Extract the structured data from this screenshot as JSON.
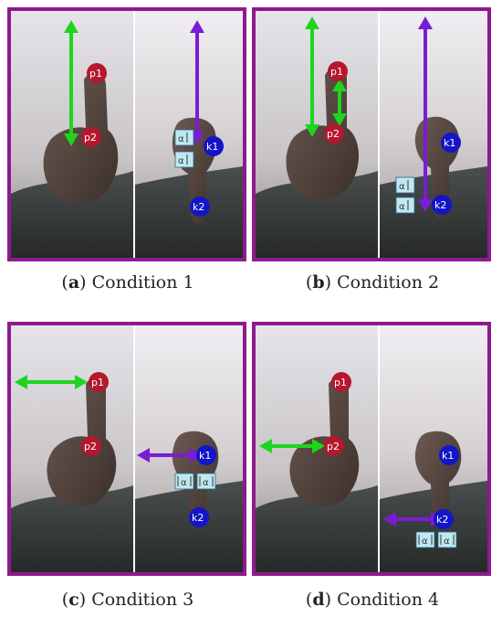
{
  "colors": {
    "frame": "#8e1a8e",
    "green_arrow": "#1ed51e",
    "purple_arrow": "#7a1cd6",
    "red_marker": "#b3182c",
    "blue_marker": "#1414c8",
    "alpha_box": "#bfe8f2"
  },
  "marker_labels": {
    "p1": "p1",
    "p2": "p2",
    "k1": "k1",
    "k2": "k2"
  },
  "alpha_symbol": "α",
  "panels": [
    {
      "letter": "a",
      "caption": "Condition 1"
    },
    {
      "letter": "b",
      "caption": "Condition 2"
    },
    {
      "letter": "c",
      "caption": "Condition 3"
    },
    {
      "letter": "d",
      "caption": "Condition 4"
    }
  ]
}
